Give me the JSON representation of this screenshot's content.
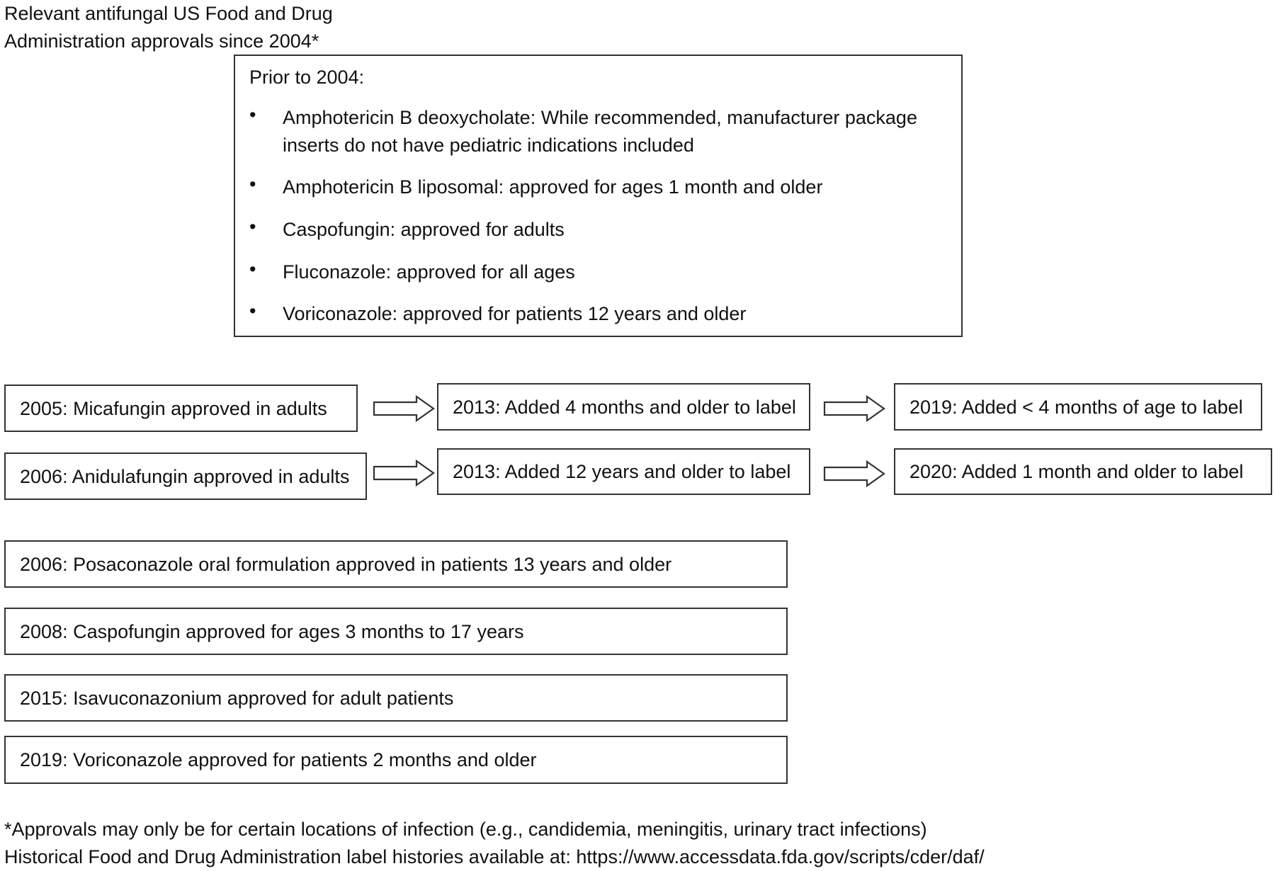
{
  "title": {
    "line1": "Relevant  antifungal US Food and Drug",
    "line2": "Administration approvals since 2004*"
  },
  "prior": {
    "heading": "Prior to 2004:",
    "bullet_glyph": "•",
    "items": [
      "Amphotericin B deoxycholate: While recommended, manufacturer package inserts do not have pediatric indications included",
      "Amphotericin B liposomal: approved for ages 1 month and older",
      "Caspofungin: approved for adults",
      "Fluconazole: approved for all ages",
      "Voriconazole: approved for patients 12 years and older"
    ]
  },
  "chains": [
    {
      "start": "2005: Micafungin approved in adults",
      "step2": "2013: Added 4 months and older to label",
      "step3": "2019: Added < 4 months of age to label"
    },
    {
      "start": "2006: Anidulafungin approved in adults",
      "step2": "2013: Added 12 years and older to label",
      "step3": "2020: Added 1 month and older to label"
    }
  ],
  "milestones": [
    "2006: Posaconazole oral formulation approved in patients 13 years and older",
    "2008: Caspofungin approved for ages 3 months to 17 years",
    "2015: Isavuconazonium approved for adult patients",
    "2019: Voriconazole approved for patients 2 months and older"
  ],
  "footnotes": {
    "line1": "*Approvals may only be for certain locations of infection (e.g., candidemia, meningitis, urinary tract infections)",
    "line2": "Historical Food and Drug Administration label histories available at: https://www.accessdata.fda.gov/scripts/cder/daf/"
  },
  "icons": {
    "arrow": "right-block-arrow-icon"
  },
  "colors": {
    "border": "#333333",
    "text": "#111111",
    "background": "#ffffff"
  }
}
